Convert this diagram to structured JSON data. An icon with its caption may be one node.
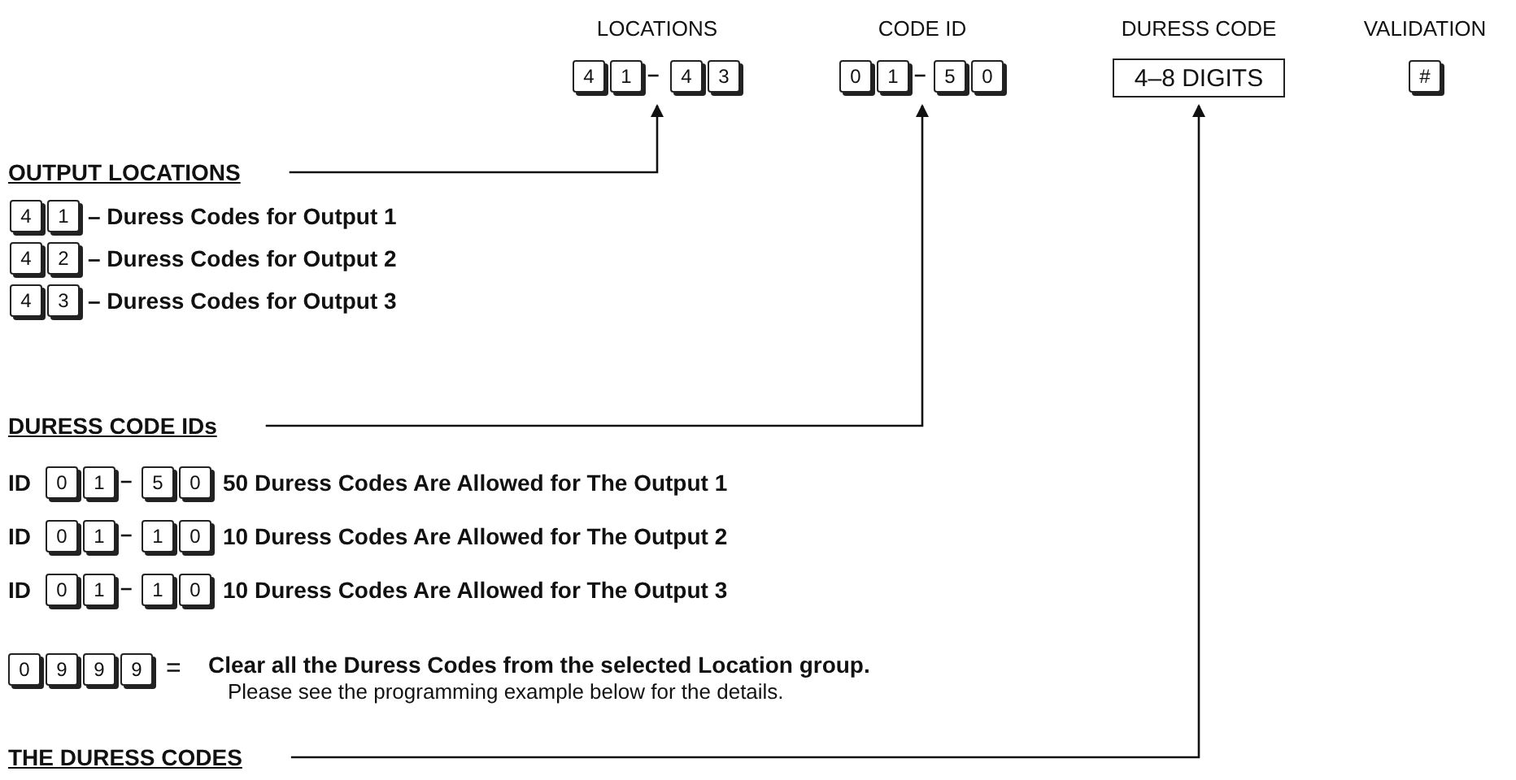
{
  "diagram": {
    "nodes": [
      {
        "text": [
          "LOCATIONS"
        ]
      },
      {
        "text": [
          "4"
        ],
        "in": 0
      },
      {
        "text": [
          "1"
        ],
        "in": 0
      },
      {
        "text": [
          "4"
        ],
        "in": 0
      },
      {
        "text": [
          "3"
        ],
        "in": 0
      },
      {
        "text": [
          "CODE ID"
        ]
      },
      {
        "text": [
          "0"
        ],
        "in": 5
      },
      {
        "text": [
          "1"
        ],
        "in": 5
      },
      {
        "text": [
          "5"
        ],
        "in": 5
      },
      {
        "text": [
          "0"
        ],
        "in": 5
      },
      {
        "text": [
          "DURESS CODE"
        ]
      },
      {
        "text": [
          "4–8 DIGITS"
        ],
        "in": 10
      },
      {
        "text": [
          "VALIDATION"
        ]
      },
      {
        "text": [
          "#"
        ],
        "in": 12
      },
      {
        "text": [
          "OUTPUT LOCATIONS"
        ]
      },
      {
        "text": [
          "4"
        ]
      },
      {
        "text": [
          "1"
        ]
      },
      {
        "text": [
          "4"
        ]
      },
      {
        "text": [
          "2"
        ]
      },
      {
        "text": [
          "4"
        ]
      },
      {
        "text": [
          "3"
        ]
      },
      {
        "text": [
          "DURESS CODE IDs"
        ]
      },
      {
        "text": [
          "0"
        ]
      },
      {
        "text": [
          "1"
        ]
      },
      {
        "text": [
          "5"
        ]
      },
      {
        "text": [
          "0"
        ]
      },
      {
        "text": [
          "0"
        ]
      },
      {
        "text": [
          "1"
        ]
      },
      {
        "text": [
          "1"
        ]
      },
      {
        "text": [
          "0"
        ]
      },
      {
        "text": [
          "0"
        ]
      },
      {
        "text": [
          "1"
        ]
      },
      {
        "text": [
          "1"
        ]
      },
      {
        "text": [
          "0"
        ]
      },
      {
        "text": [
          "0"
        ]
      },
      {
        "text": [
          "9"
        ]
      },
      {
        "text": [
          "9"
        ]
      },
      {
        "text": [
          "9"
        ]
      },
      {
        "text": [
          "THE DURESS CODES"
        ]
      }
    ],
    "edges": [
      {
        "from": 14,
        "to": 0,
        "arrow": "to"
      },
      {
        "from": 21,
        "to": 5,
        "arrow": "to"
      },
      {
        "from": 38,
        "to": 10,
        "arrow": "to"
      }
    ],
    "labels": [
      "–",
      "–",
      "– Duress Codes for Output 1",
      "– Duress Codes for Output 2",
      "– Duress Codes for Output 3",
      "ID",
      "–",
      "50 Duress Codes Are Allowed for The Output 1",
      "ID",
      "–",
      "10 Duress Codes Are Allowed for The Output 2",
      "ID",
      "–",
      "10 Duress Codes Are Allowed for The Output 3",
      "=",
      "Clear all the Duress Codes from the selected Location group.",
      "Please see the programming example below for the details."
    ]
  }
}
